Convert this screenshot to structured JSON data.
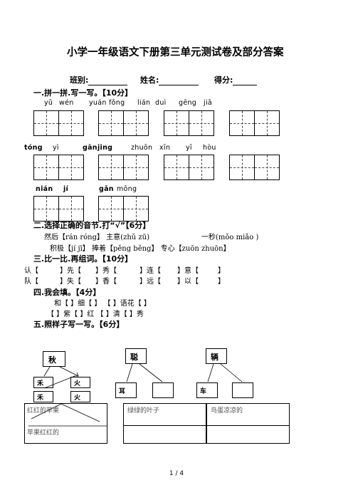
{
  "title": "小学一年级语文下册第三单元测试卷及部分答案",
  "info": {
    "class_label": "班别:",
    "name_label": "姓名:",
    "score_label": "得分:"
  },
  "s1": {
    "heading": "一.拼一拼.写一写。【10分】",
    "row1": [
      "yǔ",
      "wén",
      "yuán",
      "fǒng",
      "lián",
      "duì",
      "gēng",
      "jiā"
    ],
    "row2": [
      "tóng",
      "yì",
      "gān",
      "jing",
      "zhuōn",
      "xīn",
      "yī",
      "hòu"
    ],
    "row3": [
      "nián",
      "jí",
      "gǎn",
      "mōng"
    ]
  },
  "s2": {
    "heading": "二.选择正确的音节.打“√”【6分】",
    "l1a": "然后【rán róng】 主意(zhǔ zū)",
    "l1b": "一秒(mǒo miǎo )",
    "l2": "积极【jí jī】 捧着【pěng běng】 专心【zuōn zhuōn】"
  },
  "s3": {
    "heading": "三.比一比.再组词。【10分】",
    "row1": [
      "认【",
      "】先【",
      "】秀【",
      "】连【",
      "】意【",
      "】"
    ],
    "row2": [
      "队【",
      "】失【",
      "】香【",
      "】远【",
      "】以【",
      "】"
    ]
  },
  "s4": {
    "heading": "四.我会填。【4分】",
    "l1": "和【 】细【 】   【 】语花【 】",
    "l2": "【 】紫【 】红   【 】清【 】秀"
  },
  "s5": {
    "heading": "五.照样子写一写。【6分】",
    "c1": "秋",
    "c1_parts": [
      "禾",
      "火"
    ],
    "c1_answers": [
      "禾",
      "火"
    ],
    "c2": "聪",
    "c2_part": "耳",
    "c3": "辆",
    "c3_part": "车",
    "p1_top": "红红的苹果",
    "p1_bottom": "苹果红红的",
    "p2_top": "绿绿的叶子",
    "p3_top": "鸟蛋凉凉的"
  },
  "page": "1 / 4"
}
